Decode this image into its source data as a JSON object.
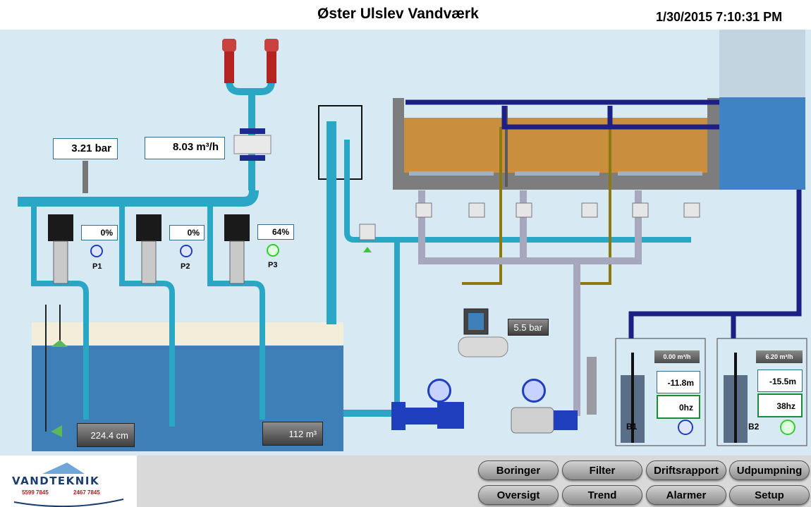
{
  "header": {
    "title": "Øster Ulslev Vandværk",
    "datetime": "1/30/2015 7:10:31 PM"
  },
  "readings": {
    "pressure": "3.21 bar",
    "flow": "8.03 m³/h",
    "compressor_pressure": "5.5 bar",
    "tank_level": "224.4 cm",
    "tank_volume": "112 m³"
  },
  "pumps": [
    {
      "label": "P1",
      "speed": "0%",
      "status": "stopped",
      "status_color": "#1f3fbf"
    },
    {
      "label": "P2",
      "speed": "0%",
      "status": "stopped",
      "status_color": "#1f3fbf"
    },
    {
      "label": "P3",
      "speed": "64%",
      "status": "running",
      "status_color": "#33cc33"
    }
  ],
  "boreholes": [
    {
      "label": "B1",
      "flow": "0.00 m³/h",
      "level": "-11.8m",
      "freq": "0hz",
      "status": "stopped",
      "status_color": "#1f3fbf"
    },
    {
      "label": "B2",
      "flow": "6.20 m³/h",
      "level": "-15.5m",
      "freq": "38hz",
      "status": "running",
      "status_color": "#33cc33"
    }
  ],
  "logo": {
    "text": "VANDTEKNIK",
    "phone1": "5599 7845",
    "phone2": "2467 7845"
  },
  "nav": {
    "row1": [
      "Boringer",
      "Filter",
      "Driftsrapport",
      "Udpumpning"
    ],
    "row2": [
      "Oversigt",
      "Trend",
      "Alarmer",
      "Setup"
    ]
  },
  "colors": {
    "background": "#d7e9f2",
    "pipe": "#2aa7c4",
    "navy_pipe": "#1c1f86",
    "filter_media": "#c98f3e",
    "tank_water": "#3f7fb8",
    "running": "#33cc33",
    "stopped": "#1f3fbf"
  }
}
